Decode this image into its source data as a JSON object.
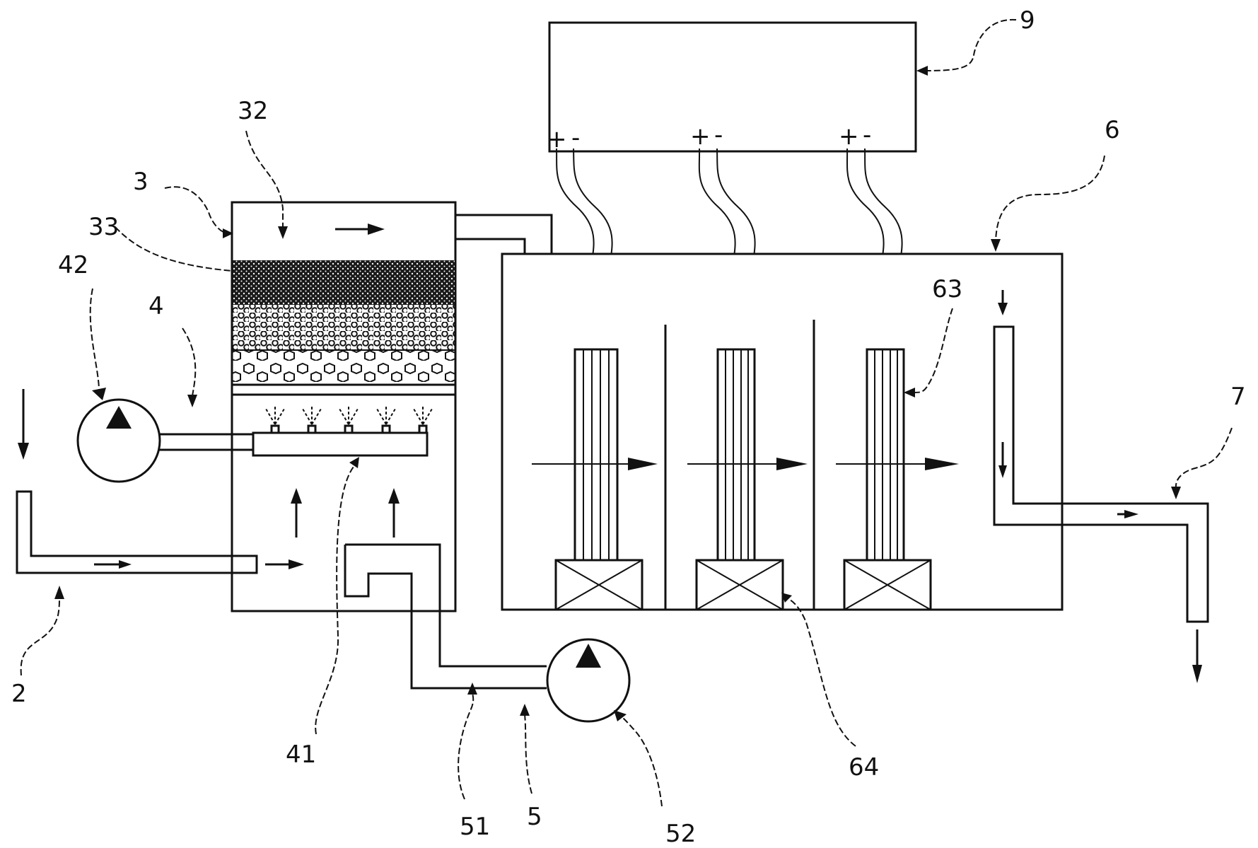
{
  "labels": {
    "inlet_pipe": "2",
    "spray_tower": "3",
    "tower_top_space": "32",
    "packing_layers": "33",
    "spray_system": "4",
    "spray_header": "41",
    "spray_pump": "42",
    "circulation_system": "5",
    "circulation_pipe": "51",
    "circulation_pump": "52",
    "electrolysis_tank": "6",
    "electrode_bundle": "63",
    "electrode_base": "64",
    "outlet_pipe": "7",
    "power_supply": "9"
  },
  "terminals": {
    "plus": "+",
    "minus": "-"
  },
  "colors": {
    "line": "#111111",
    "background": "#ffffff"
  }
}
